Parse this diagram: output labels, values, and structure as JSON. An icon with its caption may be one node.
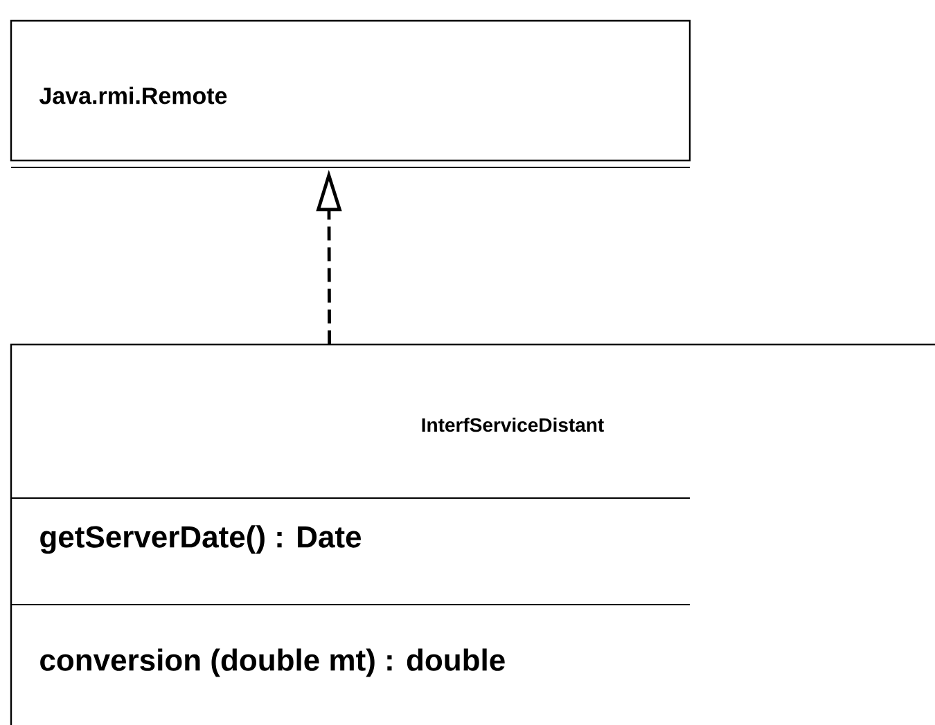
{
  "diagram": {
    "nodes": [
      {
        "text": [
          "Java.rmi.Remote"
        ]
      },
      {
        "text": [
          "InterfServiceDistant",
          "getServerDate() : Date",
          "conversion (double mt) : double"
        ]
      }
    ],
    "edges": [
      {
        "from": 1,
        "to": 0,
        "arrow": "to",
        "style": "dashed"
      }
    ]
  }
}
